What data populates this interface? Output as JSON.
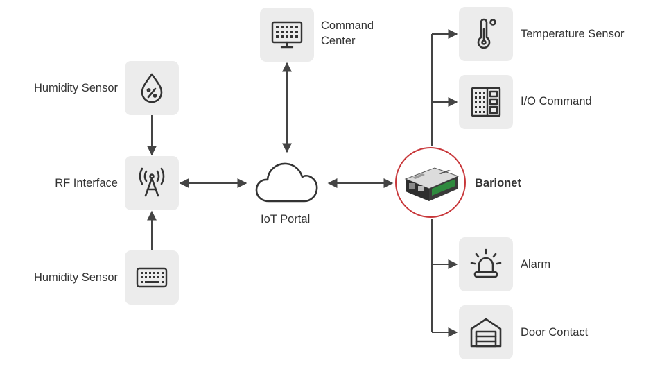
{
  "nodes": {
    "humidity_sensor_top": {
      "label": "Humidity Sensor",
      "icon": "humidity-drop-icon"
    },
    "rf_interface": {
      "label": "RF Interface",
      "icon": "antenna-icon"
    },
    "humidity_sensor_bottom": {
      "label": "Humidity Sensor",
      "icon": "keyboard-icon"
    },
    "command_center": {
      "label_line1": "Command",
      "label_line2": "Center",
      "icon": "monitor-keypad-icon"
    },
    "iot_portal": {
      "label": "IoT Portal",
      "icon": "cloud-icon"
    },
    "barionet": {
      "label": "Barionet",
      "icon": "barionet-device-icon"
    },
    "temperature_sensor": {
      "label": "Temperature Sensor",
      "icon": "thermometer-icon"
    },
    "io_command": {
      "label": "I/O Command",
      "icon": "control-panel-icon"
    },
    "alarm": {
      "label": "Alarm",
      "icon": "siren-icon"
    },
    "door_contact": {
      "label": "Door Contact",
      "icon": "garage-door-icon"
    }
  },
  "colors": {
    "tile_background": "#ececec",
    "icon_stroke": "#333333",
    "connector": "#444444",
    "barionet_ring": "#c8373a"
  }
}
